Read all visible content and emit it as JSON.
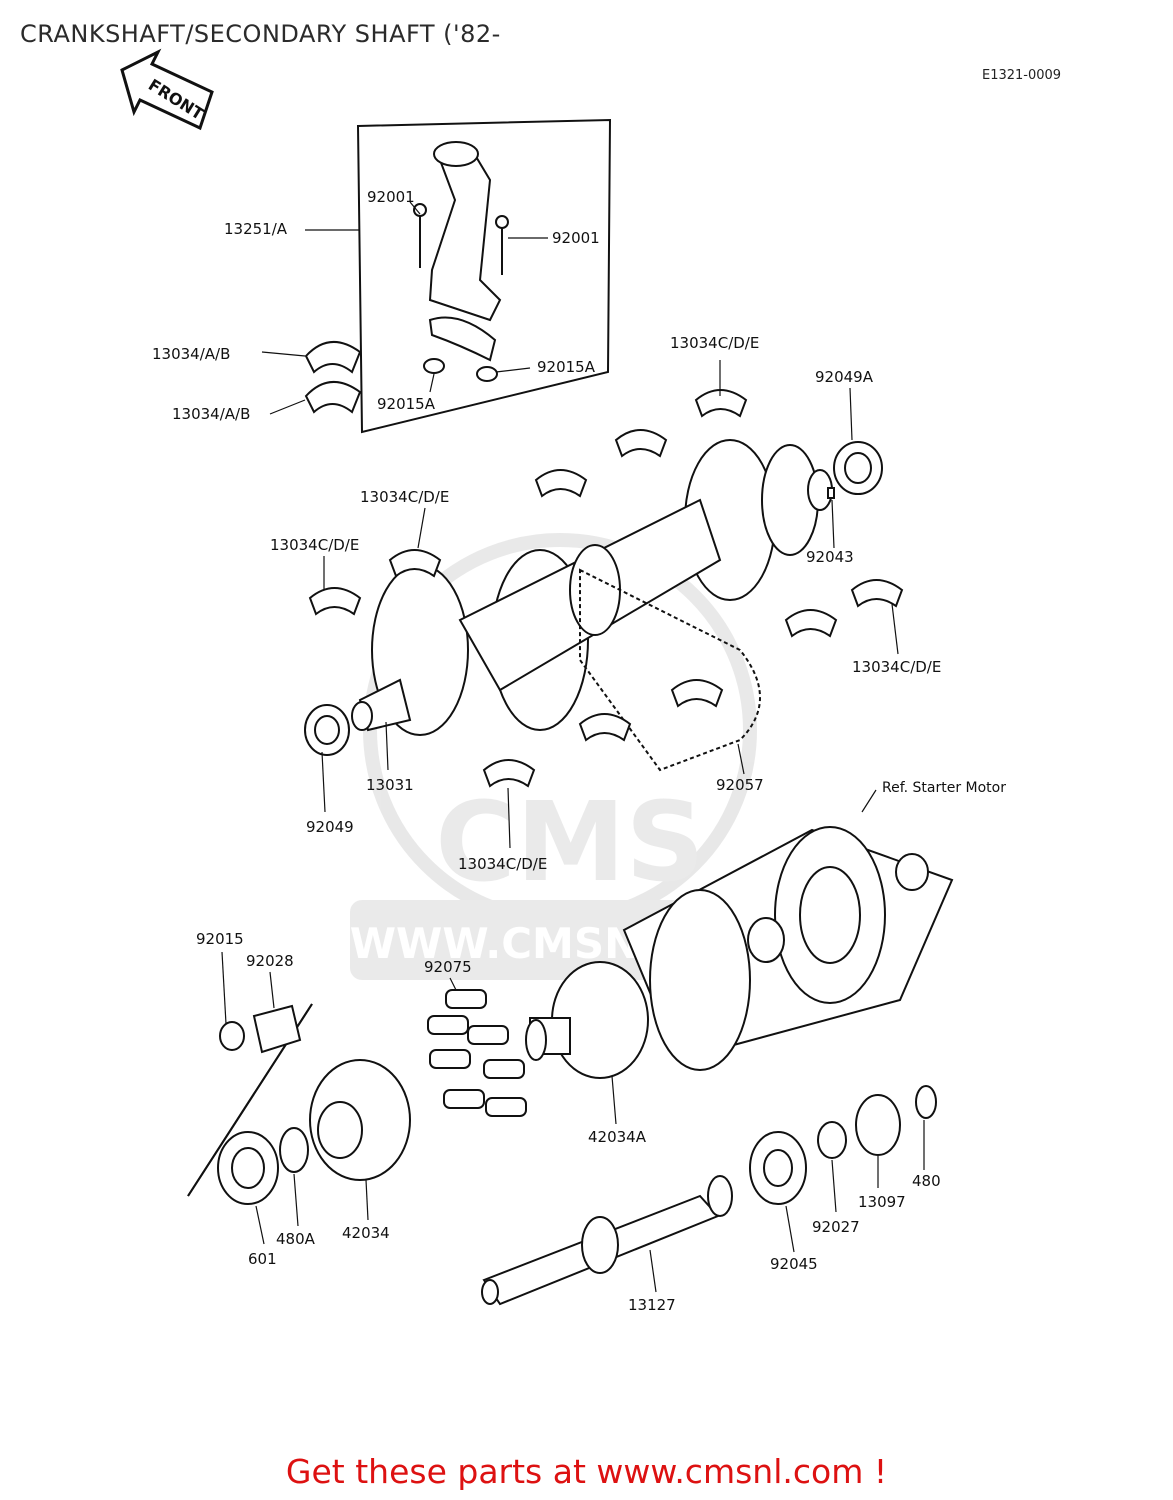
{
  "title": "CRANKSHAFT/SECONDARY SHAFT ('82-",
  "diagram_code": "E1321-0009",
  "front_arrow_label": "FRONT",
  "footer_cta": "Get these parts at www.cmsnl.com !",
  "watermark": "CMS WWW.CMSNL.COM",
  "reference_note": "Ref. Starter Motor",
  "part_labels": [
    {
      "id": "l1",
      "text": "13251/A"
    },
    {
      "id": "l2",
      "text": "92001"
    },
    {
      "id": "l3",
      "text": "92001"
    },
    {
      "id": "l4",
      "text": "13034/A/B"
    },
    {
      "id": "l5",
      "text": "13034/A/B"
    },
    {
      "id": "l6",
      "text": "92015A"
    },
    {
      "id": "l7",
      "text": "92015A"
    },
    {
      "id": "l8",
      "text": "13034C/D/E"
    },
    {
      "id": "l9",
      "text": "92049A"
    },
    {
      "id": "l10",
      "text": "13034C/D/E"
    },
    {
      "id": "l11",
      "text": "13034C/D/E"
    },
    {
      "id": "l12",
      "text": "92043"
    },
    {
      "id": "l13",
      "text": "13034C/D/E"
    },
    {
      "id": "l14",
      "text": "92049"
    },
    {
      "id": "l15",
      "text": "13031"
    },
    {
      "id": "l16",
      "text": "92057"
    },
    {
      "id": "l17",
      "text": "13034C/D/E"
    },
    {
      "id": "l18",
      "text": "92015"
    },
    {
      "id": "l19",
      "text": "92028"
    },
    {
      "id": "l20",
      "text": "92075"
    },
    {
      "id": "l21",
      "text": "42034A"
    },
    {
      "id": "l22",
      "text": "601"
    },
    {
      "id": "l23",
      "text": "480A"
    },
    {
      "id": "l24",
      "text": "42034"
    },
    {
      "id": "l25",
      "text": "92045"
    },
    {
      "id": "l26",
      "text": "92027"
    },
    {
      "id": "l27",
      "text": "13097"
    },
    {
      "id": "l28",
      "text": "480"
    },
    {
      "id": "l29",
      "text": "13127"
    }
  ]
}
